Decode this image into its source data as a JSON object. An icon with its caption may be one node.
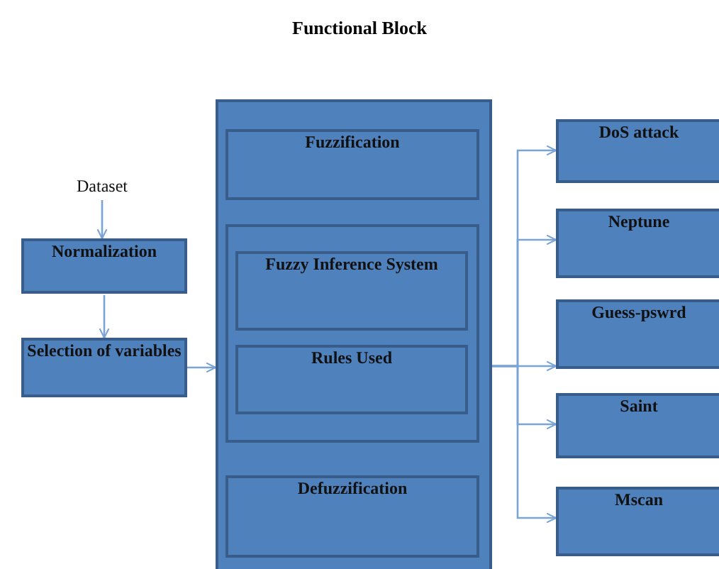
{
  "diagram": {
    "title": "Functional Block",
    "nodes": [
      {
        "text": [
          "Dataset"
        ]
      },
      {
        "text": [
          "Normalization"
        ]
      },
      {
        "text": [
          "Selection of variables"
        ]
      },
      {
        "text": [],
        "shape": "box"
      },
      {
        "text": [
          "Fuzzification"
        ],
        "in": 3
      },
      {
        "text": [],
        "shape": "box",
        "in": 3
      },
      {
        "text": [
          "Fuzzy Inference System"
        ],
        "in": 5
      },
      {
        "text": [
          "Rules Used"
        ],
        "in": 5
      },
      {
        "text": [
          "Defuzzification"
        ],
        "in": 3
      },
      {
        "text": [
          "DoS attack"
        ]
      },
      {
        "text": [
          "Neptune"
        ]
      },
      {
        "text": [
          "Guess-pswrd"
        ]
      },
      {
        "text": [
          "Saint"
        ]
      },
      {
        "text": [
          "Mscan"
        ]
      }
    ],
    "edges": [
      {
        "from": 0,
        "to": 1,
        "arrow": "to"
      },
      {
        "from": 1,
        "to": 2,
        "arrow": "to"
      },
      {
        "from": 2,
        "to": 3,
        "arrow": "to"
      },
      {
        "from": 3,
        "to": 9,
        "arrow": "to"
      },
      {
        "from": 3,
        "to": 10,
        "arrow": "to"
      },
      {
        "from": 3,
        "to": 11,
        "arrow": "to"
      },
      {
        "from": 3,
        "to": 12,
        "arrow": "to"
      },
      {
        "from": 3,
        "to": 13,
        "arrow": "to"
      }
    ]
  }
}
